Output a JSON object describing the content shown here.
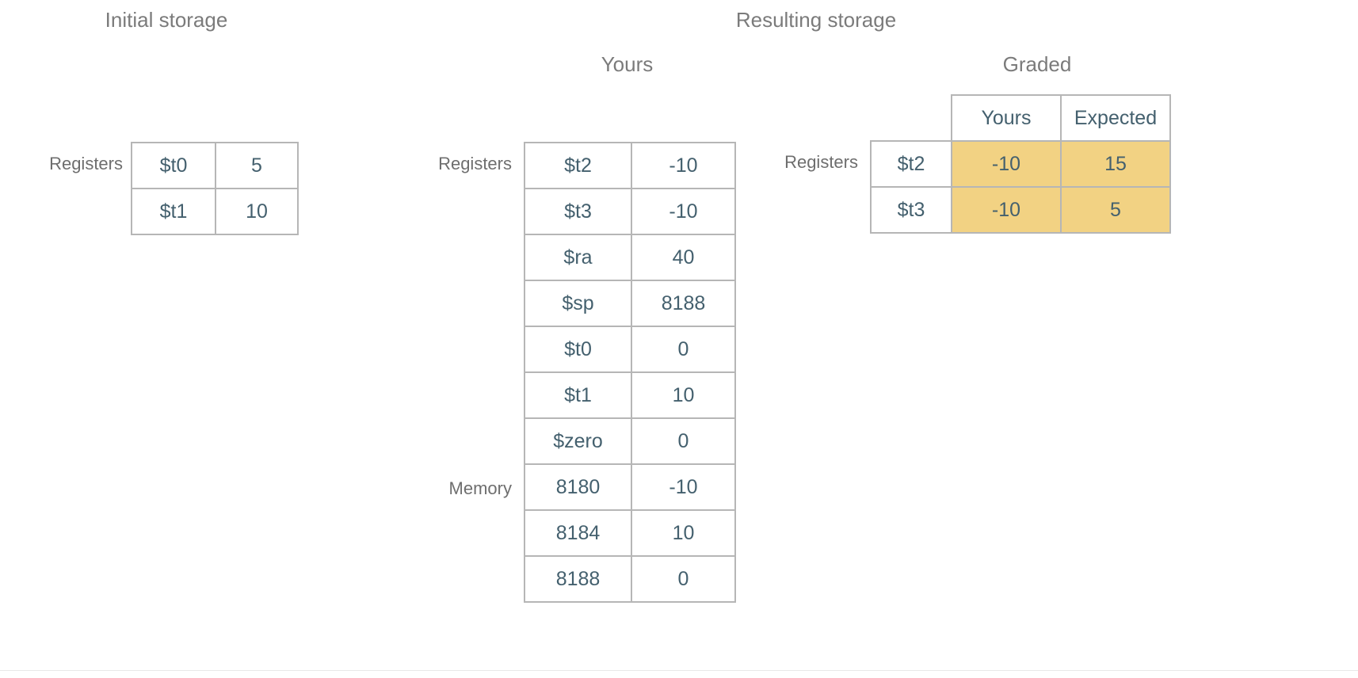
{
  "headings": {
    "initial_storage": "Initial storage",
    "resulting_storage": "Resulting storage"
  },
  "sections": {
    "yours": "Yours",
    "graded": "Graded"
  },
  "labels": {
    "registers": "Registers",
    "memory": "Memory"
  },
  "colors": {
    "heading_text": "#7b7b7b",
    "cell_text": "#44606e",
    "cell_border": "#b6b6b6",
    "mismatch_highlight": "#f2d283",
    "background": "#ffffff"
  },
  "initial_storage": {
    "group_label": "Registers",
    "rows": [
      {
        "name": "$t0",
        "value": "5"
      },
      {
        "name": "$t1",
        "value": "10"
      }
    ]
  },
  "yours": {
    "registers_label": "Registers",
    "memory_label": "Memory",
    "registers": [
      {
        "name": "$t2",
        "value": "-10"
      },
      {
        "name": "$t3",
        "value": "-10"
      },
      {
        "name": "$ra",
        "value": "40"
      },
      {
        "name": "$sp",
        "value": "8188"
      },
      {
        "name": "$t0",
        "value": "0"
      },
      {
        "name": "$t1",
        "value": "10"
      },
      {
        "name": "$zero",
        "value": "0"
      }
    ],
    "memory": [
      {
        "name": "8180",
        "value": "-10"
      },
      {
        "name": "8184",
        "value": "10"
      },
      {
        "name": "8188",
        "value": "0"
      }
    ]
  },
  "graded": {
    "group_label": "Registers",
    "columns": [
      "Yours",
      "Expected"
    ],
    "rows": [
      {
        "name": "$t2",
        "yours": "-10",
        "expected": "15",
        "mismatch": true
      },
      {
        "name": "$t3",
        "yours": "-10",
        "expected": "5",
        "mismatch": true
      }
    ]
  }
}
